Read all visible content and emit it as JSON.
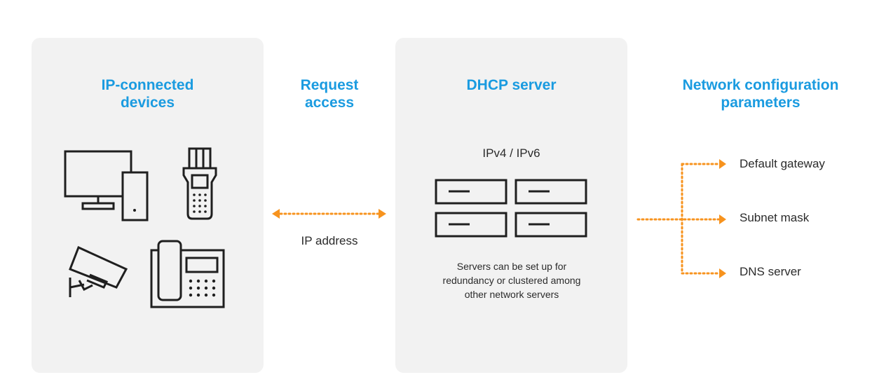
{
  "columns": {
    "devices": {
      "title": "IP-connected\ndevices"
    },
    "request": {
      "title": "Request\naccess",
      "link_label": "IP address"
    },
    "server": {
      "title": "DHCP server",
      "ip_version": "IPv4 / IPv6",
      "note": "Servers can be set up for\nredundancy or clustered among\nother network servers"
    },
    "network": {
      "title": "Network configuration\nparameters",
      "items": [
        "Default gateway",
        "Subnet mask",
        "DNS server"
      ]
    }
  },
  "icons": [
    "desktop-computer-icon",
    "handheld-terminal-icon",
    "security-camera-icon",
    "desk-phone-icon",
    "server-rack-icon"
  ],
  "colors": {
    "accent": "#1a9be0",
    "arrow": "#f7931e",
    "panel": "#f2f2f2",
    "line": "#1f1f1f"
  }
}
